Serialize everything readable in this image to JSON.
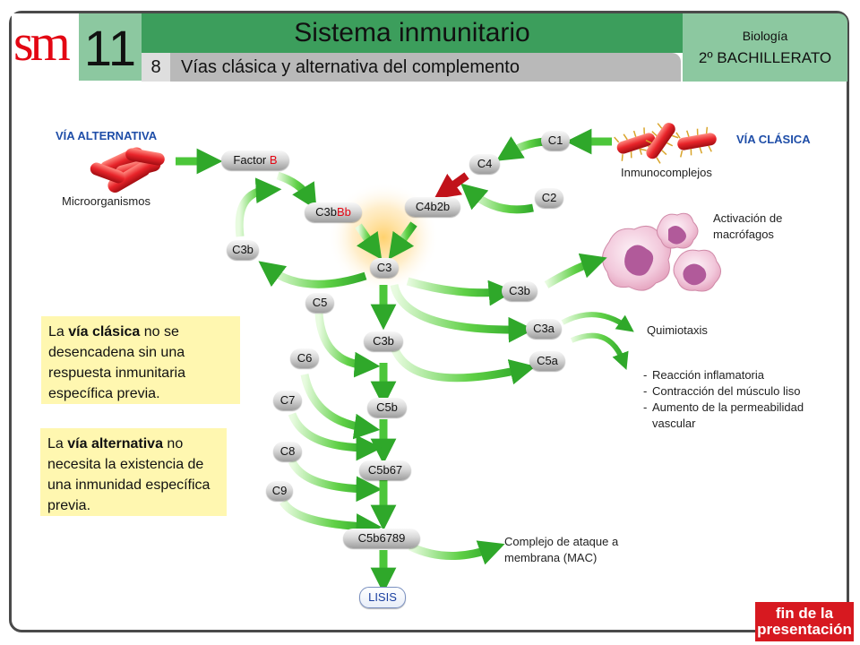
{
  "header": {
    "logo": "sm",
    "unit_number": "11",
    "title": "Sistema inmunitario",
    "section_number": "8",
    "subtitle": "Vías clásica y alternativa del complemento",
    "subject": "Biología",
    "course": "2º BACHILLERATO"
  },
  "diagram": {
    "alt_heading": "VÍA ALTERNATIVA",
    "classic_heading": "VÍA CLÁSICA",
    "microorganisms_label": "Microorganismos",
    "immunocomplex_label": "Inmunocomplejos",
    "factor_b": "Factor ",
    "factor_b_letter": "B",
    "c3bbb_prefix": "C3b",
    "c3bbb_suffix": "Bb",
    "c4b2b": "C4b2b",
    "c1": "C1",
    "c4": "C4",
    "c2": "C2",
    "c3b_left": "C3b",
    "c3": "C3",
    "c3b_right": "C3b",
    "macrophage_label": "Activación de macrófagos",
    "c5": "C5",
    "c3b_center": "C3b",
    "c3a": "C3a",
    "c5a": "C5a",
    "quimiotaxis": "Quimiotaxis",
    "effects": [
      "Reacción inflamatoria",
      "Contracción del músculo liso",
      "Aumento de la permeabilidad vascular"
    ],
    "c6": "C6",
    "c7": "C7",
    "c8": "C8",
    "c9": "C9",
    "c5b": "C5b",
    "c5b67": "C5b67",
    "c5b6789": "C5b6789",
    "mac_label": "Complejo de ataque a membrana (MAC)",
    "lisis": "LISIS"
  },
  "notes": {
    "classic_pre": "La ",
    "classic_bold": "vía clásica",
    "classic_post": " no se desencadena sin una respuesta inmunitaria específica previa.",
    "alt_pre": "La ",
    "alt_bold": "vía alternativa",
    "alt_post": " no necesita la existencia de una inmunidad específica previa."
  },
  "footer": {
    "end_line1": "fin de la",
    "end_line2": "presentación"
  },
  "colors": {
    "header_green": "#3c9e5c",
    "light_green": "#8cc8a0",
    "arrow_green": "#3fbf2f",
    "accent_red": "#e30613",
    "note_yellow": "#fff7b0",
    "heading_blue": "#1f4ea8"
  }
}
